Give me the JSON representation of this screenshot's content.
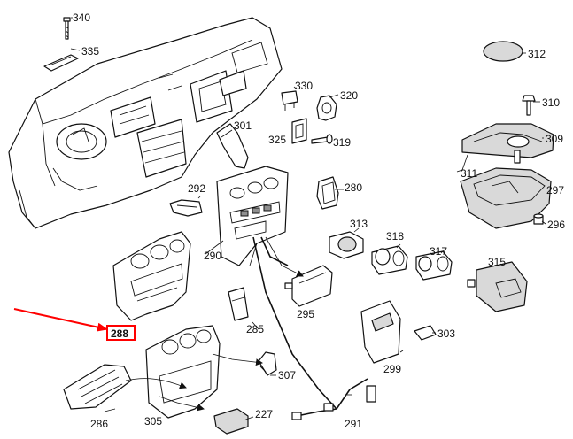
{
  "callouts": {
    "p340": "340",
    "p335": "335",
    "p312": "312",
    "p310": "310",
    "p330": "330",
    "p320": "320",
    "p301": "301",
    "p325": "325",
    "p319": "319",
    "p309": "309",
    "p311": "311",
    "p297": "297",
    "p296": "296",
    "p292": "292",
    "p280": "280",
    "p313": "313",
    "p318": "318",
    "p317": "317",
    "p315": "315",
    "p290": "290",
    "p295": "295",
    "p288": "288",
    "p285": "285",
    "p303": "303",
    "p299": "299",
    "p307": "307",
    "p286": "286",
    "p305": "305",
    "p227": "227",
    "p291": "291"
  },
  "highlight": {
    "label": "288",
    "color": "#ff0000"
  }
}
